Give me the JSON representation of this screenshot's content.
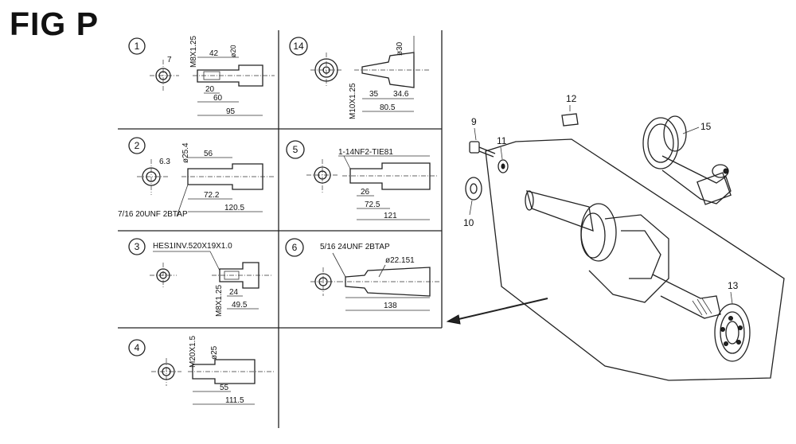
{
  "figure_title": "FIG P",
  "variants": [
    {
      "id": "1",
      "dims": [
        "7",
        "M8X1.25",
        "42",
        "20",
        "60",
        "95",
        "ø20"
      ]
    },
    {
      "id": "14",
      "dims": [
        "ø30",
        "M10X1.25",
        "35",
        "34.6",
        "80.5"
      ]
    },
    {
      "id": "2",
      "dims": [
        "6.3",
        "ø25.4",
        "56",
        "72.2",
        "120.5",
        "7/16 20UNF 2BTAP"
      ]
    },
    {
      "id": "5",
      "dims": [
        "1-14NF2-TIE81",
        "26",
        "72.5",
        "121"
      ]
    },
    {
      "id": "3",
      "dims": [
        "HES1INV.520X19X1.0",
        "M8X1.25",
        "24",
        "49.5"
      ]
    },
    {
      "id": "6",
      "dims": [
        "5/16 24UNF 2BTAP",
        "ø22.151",
        "138"
      ]
    },
    {
      "id": "4",
      "dims": [
        "M20X1.5",
        "ø25",
        "55",
        "111.5"
      ]
    }
  ],
  "callouts": [
    "9",
    "10",
    "11",
    "12",
    "13",
    "15"
  ],
  "colors": {
    "ink": "#222222",
    "background": "#ffffff"
  }
}
